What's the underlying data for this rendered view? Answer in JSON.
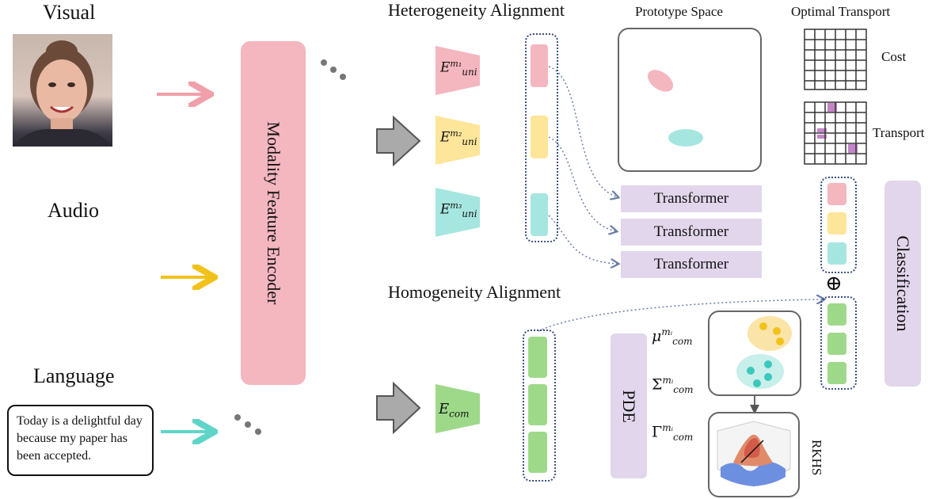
{
  "inputs": {
    "visual": "Visual",
    "audio": "Audio",
    "language": "Language",
    "sentence": "Today is a delightful day because my paper has been accepted."
  },
  "encoder": {
    "label": "Modality Feature Encoder"
  },
  "headings": {
    "heterogeneity": "Heterogeneity  Alignment",
    "homogeneity": "Homogeneity  Alignment",
    "prototype_space": "Prototype Space",
    "optimal_transport": "Optimal Transport",
    "cost": "Cost",
    "transport": "Transport",
    "rkhs": "RKHS"
  },
  "encoders": {
    "uni_base": "E",
    "uni_sub": "uni",
    "uni_sups": [
      "m₁",
      "m₂",
      "m₃"
    ],
    "com_base": "E",
    "com_sub": "com"
  },
  "transformers": [
    "Transformer",
    "Transformer",
    "Transformer"
  ],
  "pde": {
    "label": "PDE",
    "mu": "μ",
    "sigma": "Σ",
    "gamma": "Γ",
    "sub": "com",
    "sup": "mᵢ"
  },
  "fusion_symbol": "⊕",
  "classification": "Classification",
  "colors": {
    "visual": "#f0a0aa",
    "audio": "#f2c21c",
    "language": "#5fd5c8",
    "pink": "#f4b6bf",
    "yellow": "#fde59a",
    "teal": "#a6e6e0",
    "green": "#9ed98a",
    "lavender": "#e2d6ec",
    "dotted": "#3b4f80"
  }
}
